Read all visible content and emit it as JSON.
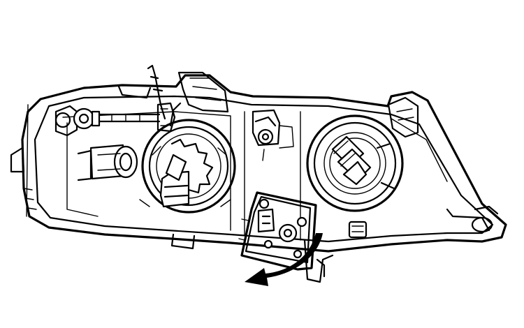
{
  "diagram": {
    "components": [
      {
        "id": "housing-outline"
      },
      {
        "id": "parking-bulb"
      },
      {
        "id": "low-beam-unit"
      },
      {
        "id": "high-beam-unit"
      },
      {
        "id": "turn-signal-socket"
      },
      {
        "id": "access-cover"
      },
      {
        "id": "removal-arrow"
      }
    ]
  },
  "colors": {
    "line": "#000000",
    "background": "#ffffff"
  }
}
